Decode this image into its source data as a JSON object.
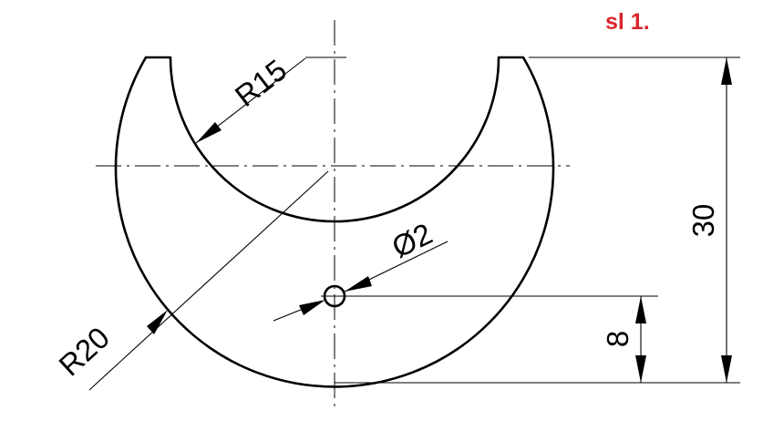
{
  "sheet_label": "sl 1.",
  "dimensions": {
    "r15": "R15",
    "r20": "R20",
    "d2": "Ø2",
    "h30": "30",
    "h8": "8"
  },
  "colors": {
    "label": "#d9262b",
    "line": "#000000"
  }
}
